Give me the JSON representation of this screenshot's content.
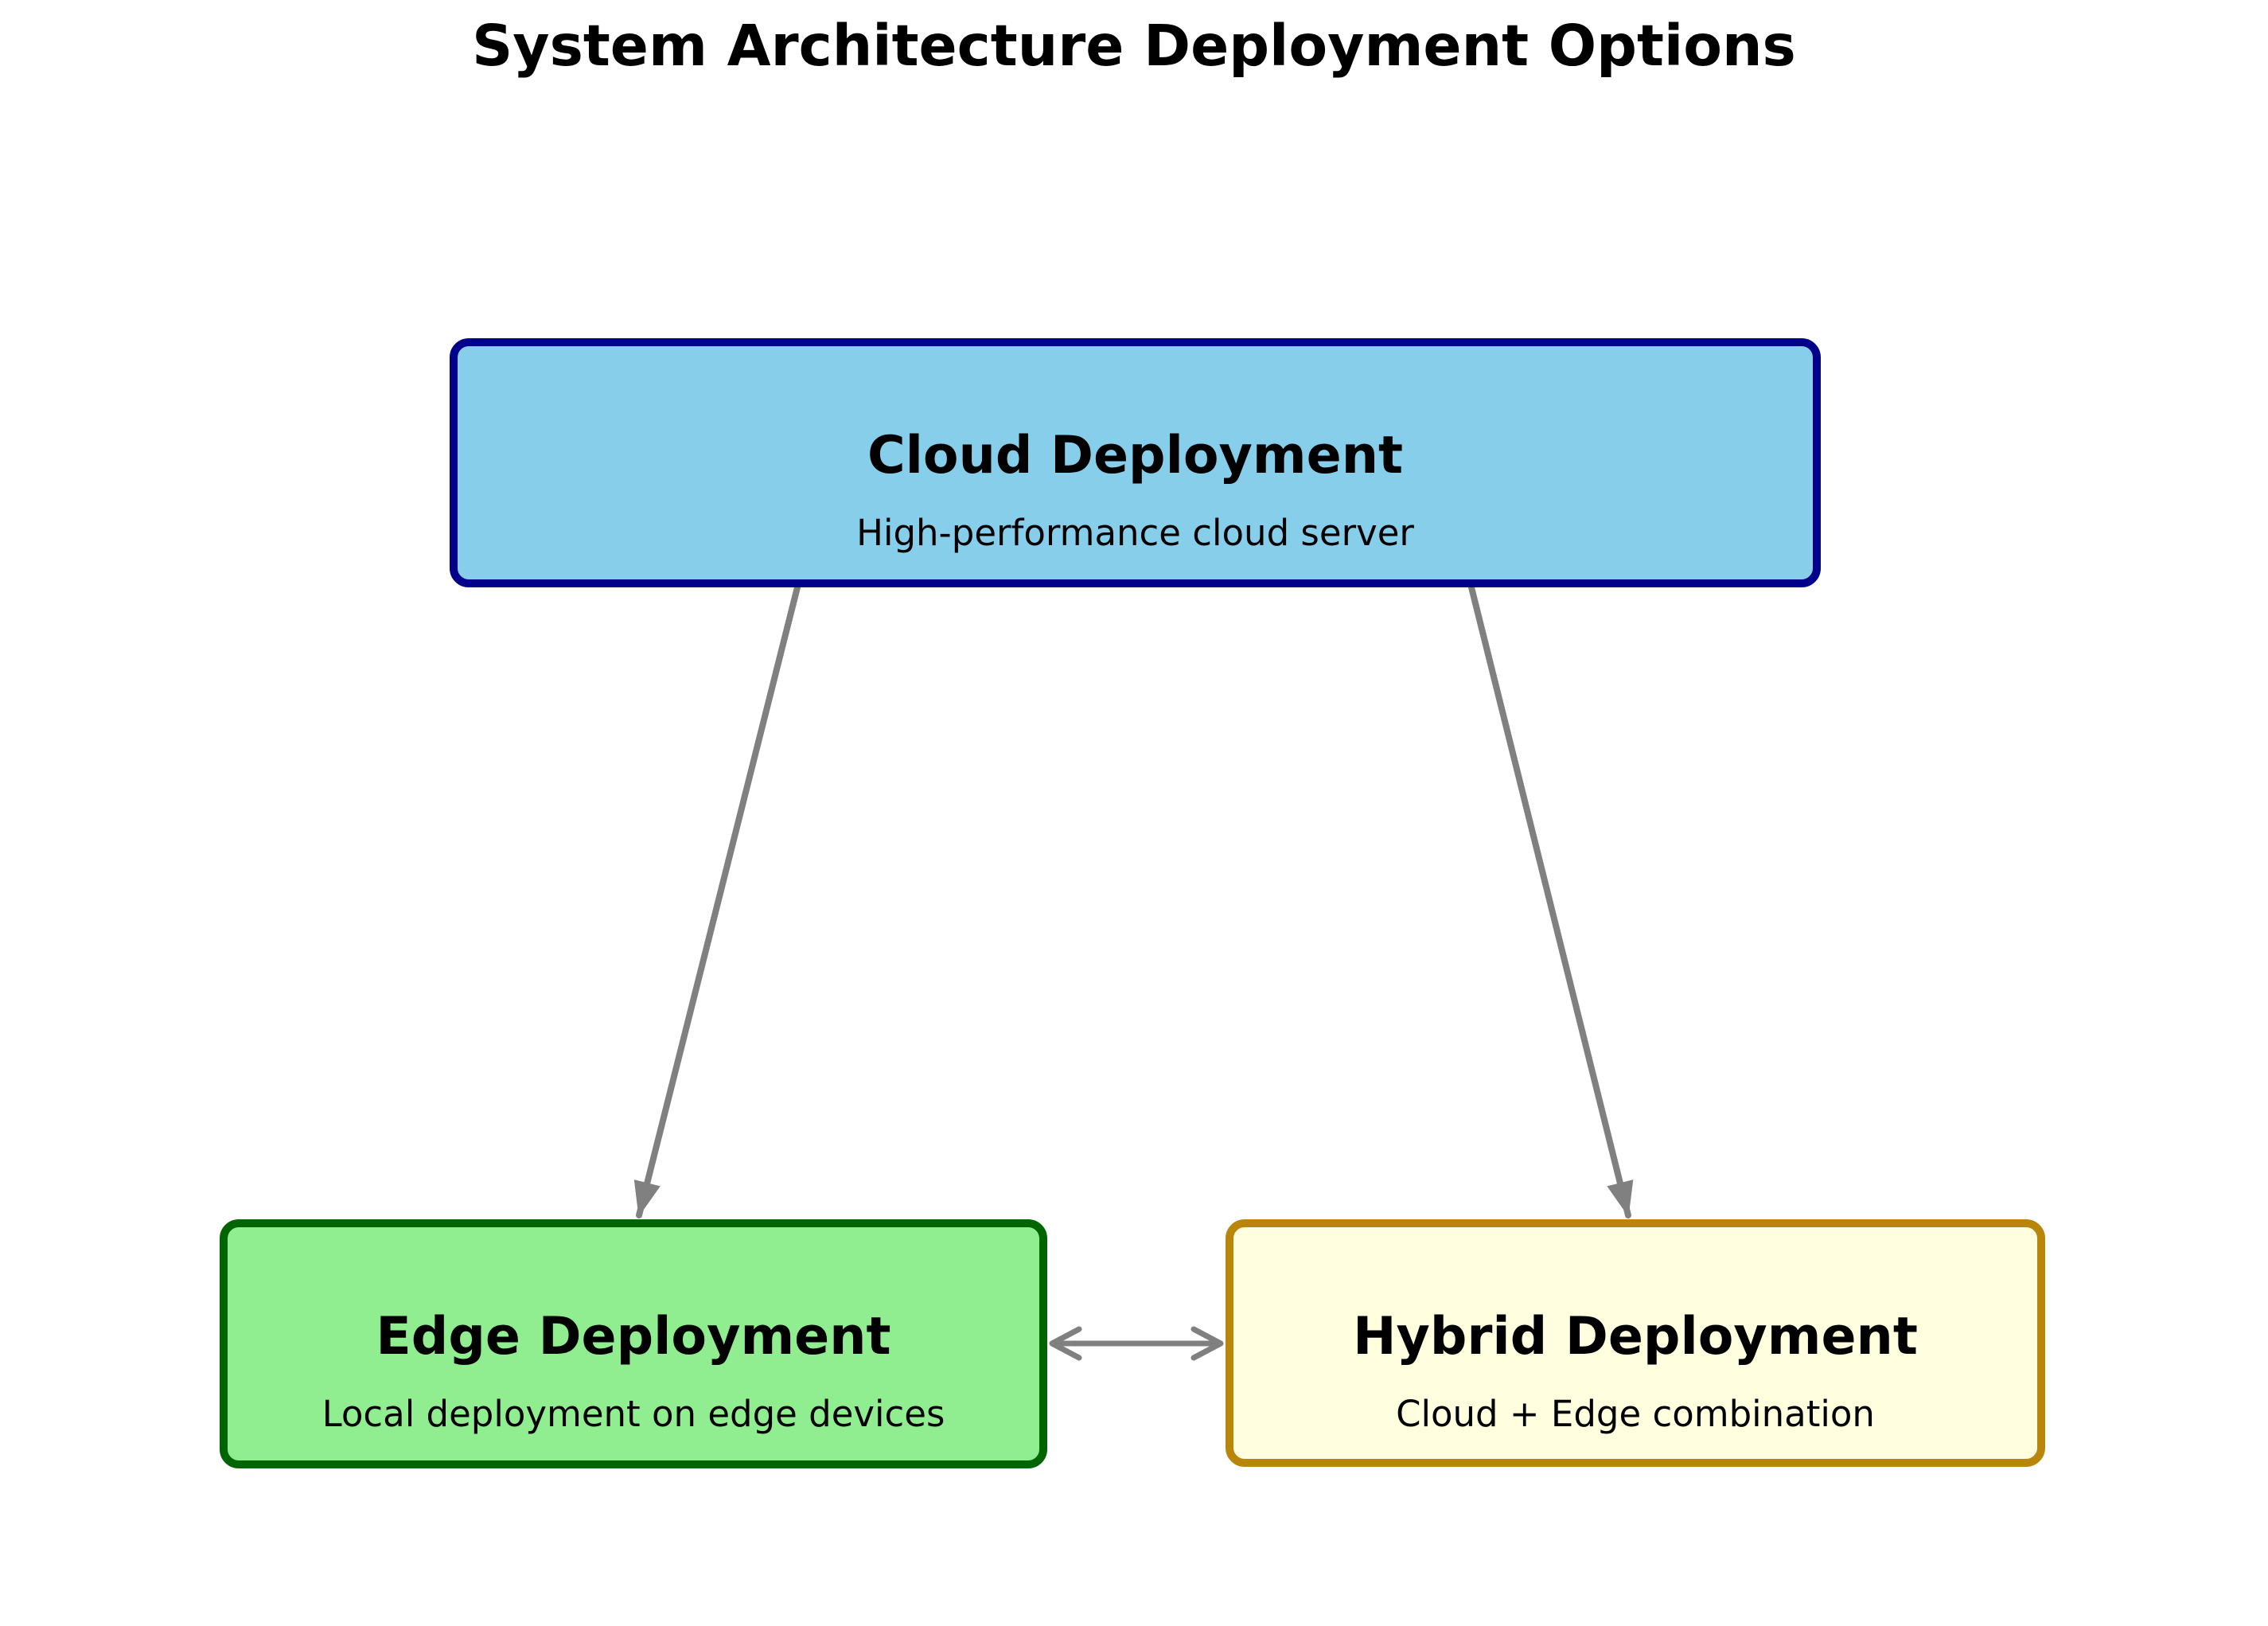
{
  "diagram": {
    "title": "System Architecture Deployment Options",
    "nodes": {
      "cloud": {
        "title": "Cloud Deployment",
        "subtitle": "High-performance cloud server",
        "fill_color": "#87CEEB",
        "border_color": "#00008B"
      },
      "edge": {
        "title": "Edge Deployment",
        "subtitle": "Local deployment on edge devices",
        "fill_color": "#90EE90",
        "border_color": "#006400"
      },
      "hybrid": {
        "title": "Hybrid Deployment",
        "subtitle": "Cloud + Edge combination",
        "fill_color": "#FFFFE0",
        "border_color": "#B8860B"
      }
    },
    "edges": [
      {
        "from": "cloud",
        "to": "edge",
        "style": "directed",
        "head": "filled"
      },
      {
        "from": "cloud",
        "to": "hybrid",
        "style": "directed",
        "head": "filled"
      },
      {
        "from": "edge",
        "to": "hybrid",
        "style": "bidirectional",
        "head": "open"
      }
    ],
    "arrow_color": "#808080",
    "background_color": "#FFFFFF",
    "text_color": "#000000"
  }
}
